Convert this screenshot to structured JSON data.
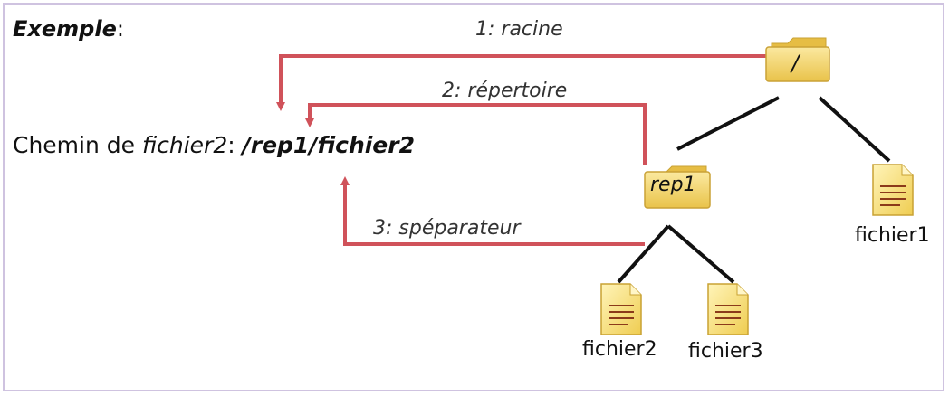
{
  "title": {
    "word": "Exemple",
    "colon": ":"
  },
  "path_line": {
    "prefix": "Chemin de ",
    "file_italic": "fichier2",
    "colon": ": ",
    "path": "/rep1/fichier2"
  },
  "annotations": {
    "step1": "1: racine",
    "step2": "2: répertoire",
    "step3": "3: spéparateur"
  },
  "tree": {
    "root_label": "/",
    "dir_label": "rep1",
    "files": [
      "fichier1",
      "fichier2",
      "fichier3"
    ]
  },
  "colors": {
    "arrow": "#d0525a",
    "tree_line": "#111111",
    "folder": "#f3d36a",
    "file": "#f6dc6e",
    "border": "#cfc3e0"
  },
  "icons": {
    "root": "folder-icon",
    "dir": "folder-icon",
    "file": "file-icon"
  }
}
